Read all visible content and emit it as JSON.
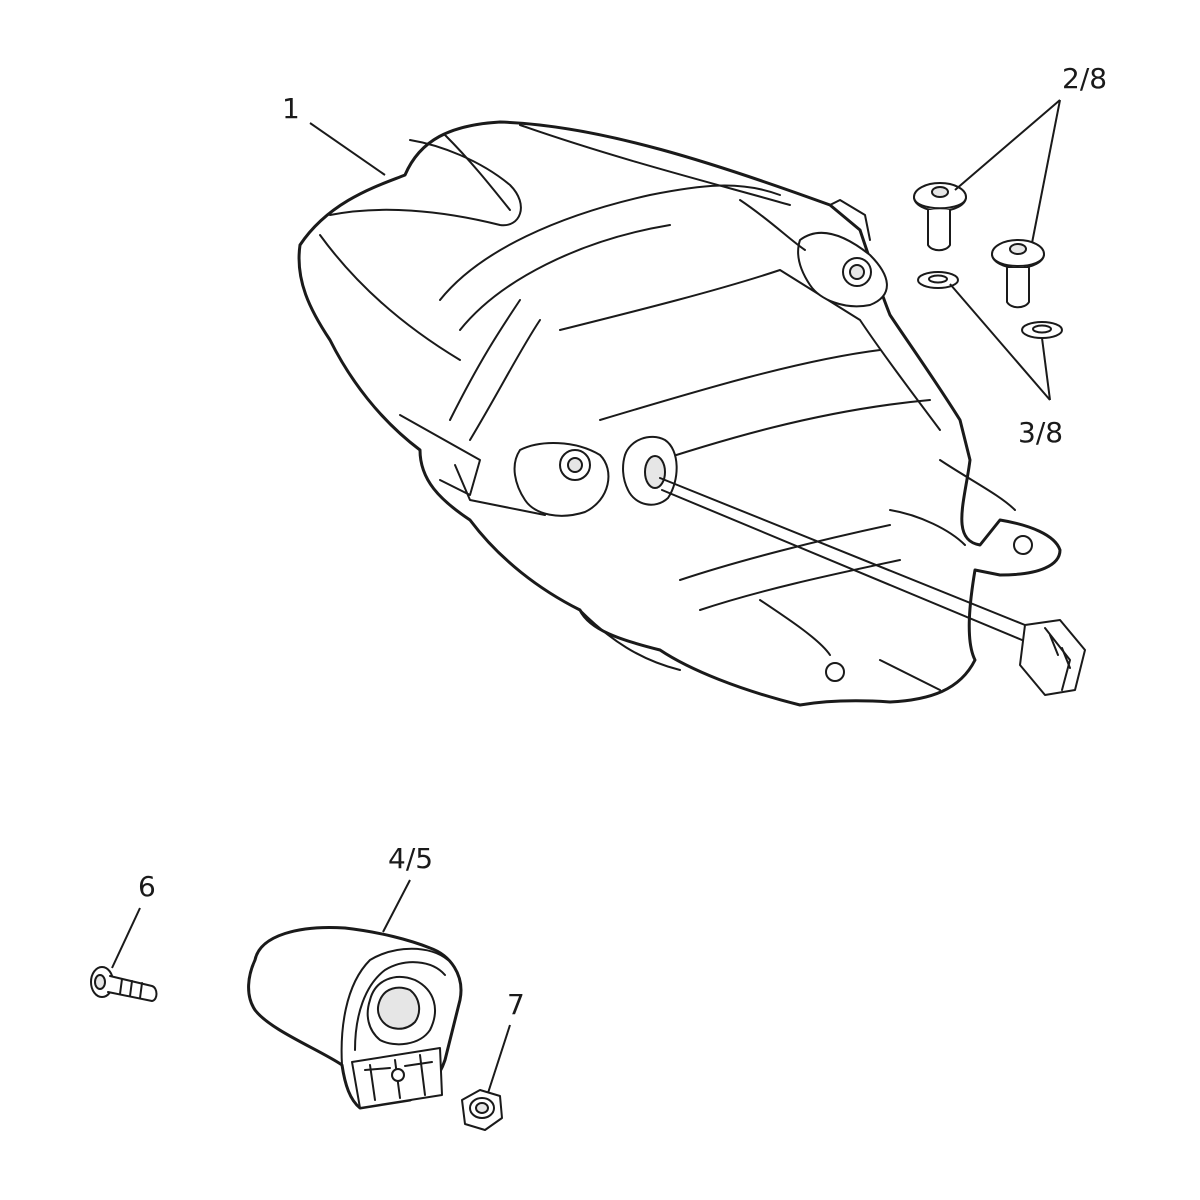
{
  "callouts": {
    "c1": "1",
    "c2": "2/8",
    "c3": "3/8",
    "c4": "4/5",
    "c6": "6",
    "c7": "7"
  },
  "colors": {
    "line": "#1a1a1a",
    "background": "#ffffff",
    "shade": "#e6e6e6"
  }
}
